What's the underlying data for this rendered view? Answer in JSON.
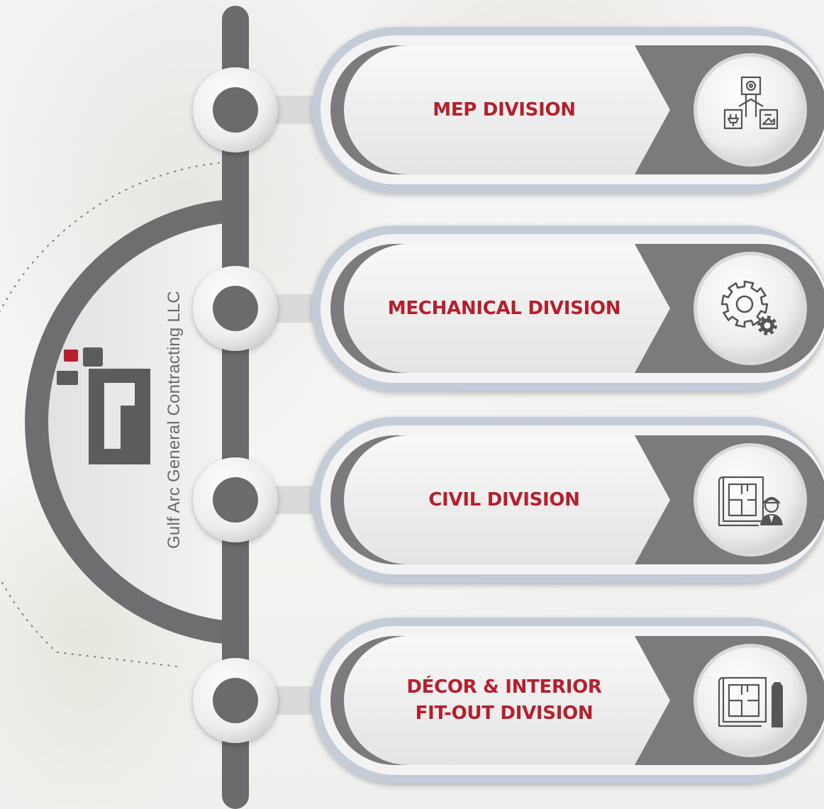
{
  "company": {
    "name": "Gulf Arc General Contracting LLC"
  },
  "colors": {
    "accent": "#b5202c",
    "dark_gray": "#5f5f61",
    "mid_gray": "#7b7b7d",
    "light_fill": "#ececec",
    "outline_blue": "#c4ccd8"
  },
  "divisions": [
    {
      "lines": [
        "MEP DIVISION"
      ],
      "icon": "mep-systems-icon"
    },
    {
      "lines": [
        "MECHANICAL DIVISION"
      ],
      "icon": "gears-icon"
    },
    {
      "lines": [
        "CIVIL DIVISION"
      ],
      "icon": "blueprint-engineer-icon"
    },
    {
      "lines": [
        "DÉCOR & INTERIOR",
        "FIT-OUT DIVISION"
      ],
      "icon": "blueprint-pencil-icon"
    }
  ]
}
